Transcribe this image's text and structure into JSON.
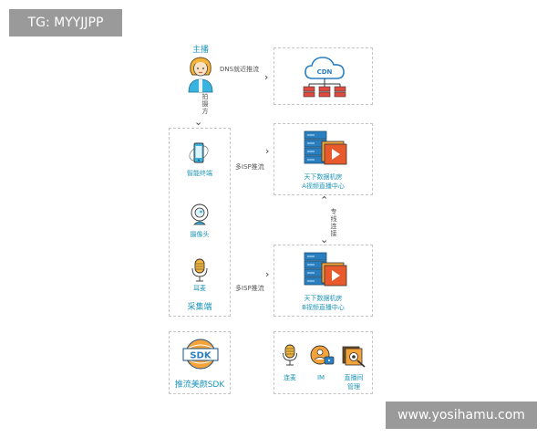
{
  "watermark_top": "TG: MYYJJPP",
  "watermark_bottom": "www.yosihamu.com",
  "anchor": {
    "label": "主播",
    "shoot_chars": [
      "拍",
      "摄",
      "方"
    ]
  },
  "cdn": {
    "text": "CDN",
    "arrow_label": "DNS就近推流"
  },
  "capture": {
    "title": "采集端",
    "devices": [
      {
        "label": "智能终端",
        "icon": "smartphone-icon"
      },
      {
        "label": "摄像头",
        "icon": "webcam-icon"
      },
      {
        "label": "耳麦",
        "icon": "microphone-icon"
      }
    ]
  },
  "datacenter_a": {
    "line1": "天下数据机房",
    "line2": "A视频直播中心",
    "arrow_label": "多ISP推流"
  },
  "datacenter_b": {
    "line1": "天下数据机房",
    "line2": "B视频直播中心",
    "arrow_label": "多ISP推流"
  },
  "dedicated_line_chars": [
    "专",
    "线",
    "连",
    "接"
  ],
  "sdk": {
    "badge": "SDK",
    "label": "推流美颜SDK"
  },
  "services": [
    {
      "label": "连麦",
      "icon": "microphone-icon"
    },
    {
      "label": "IM",
      "icon": "chat-icon"
    },
    {
      "label1": "直播间",
      "label2": "管理",
      "icon": "folder-gear-icon"
    }
  ],
  "colors": {
    "accent": "#1c95b8",
    "server_blue": "#2a7fc0",
    "play_orange": "#e8592c",
    "border": "#c4c4c4"
  }
}
